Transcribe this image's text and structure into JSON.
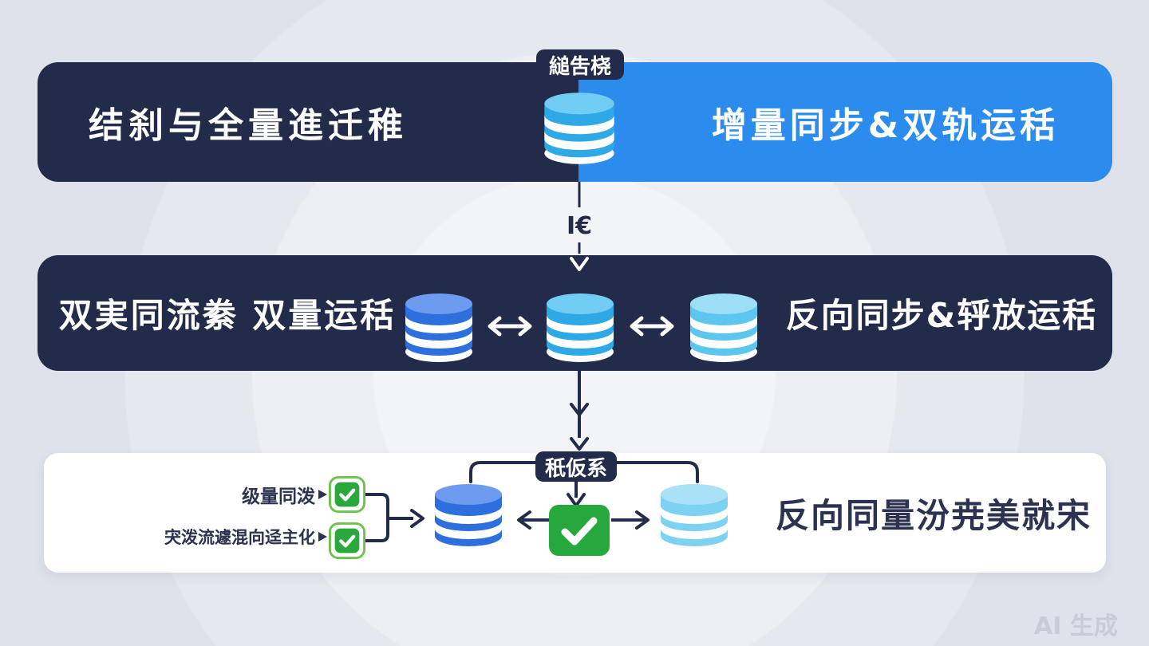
{
  "top": {
    "tag": "縋吿桡",
    "left_box": "结刹与全量進迁稚",
    "right_box": "增量同步&双轨运秳"
  },
  "flow": {
    "label": "Ι€"
  },
  "middle": {
    "left_text": "双実同流絭 双量运秳",
    "right_text": "反向同步&轷放运秳"
  },
  "bottom": {
    "tag": "秖仮系",
    "check_item_1": "级量同泼",
    "check_item_2": "宊泼流遽混向迳主化",
    "right_text": "反向同量汾尭美就宋"
  },
  "watermark": "AI 生成",
  "colors": {
    "navy": "#222b49",
    "bright_blue": "#2b8ced",
    "db_blue_body": "#2e6fde",
    "db_blue_top": "#6d9bf0",
    "db_sky_body": "#2fa9e6",
    "db_sky_top": "#72cdf4",
    "db_light_body": "#5cc6ee",
    "db_light_top": "#9edef6",
    "db_pale_body": "#7cd2f0",
    "db_pale_top": "#a9e1f6",
    "green": "#27a83c",
    "checkbox_border": "#6cc24a",
    "text_navy": "#2b3350",
    "background": "#e4e7ee",
    "watermark_gray": "#c8ccd6"
  },
  "icons": {
    "database-icon": "striped cylinder",
    "check-icon": "✓",
    "checkbox-icon": "☑",
    "arrow-down-icon": "↓",
    "double-arrow-icon": "↔",
    "pointer-icon": "▶"
  }
}
